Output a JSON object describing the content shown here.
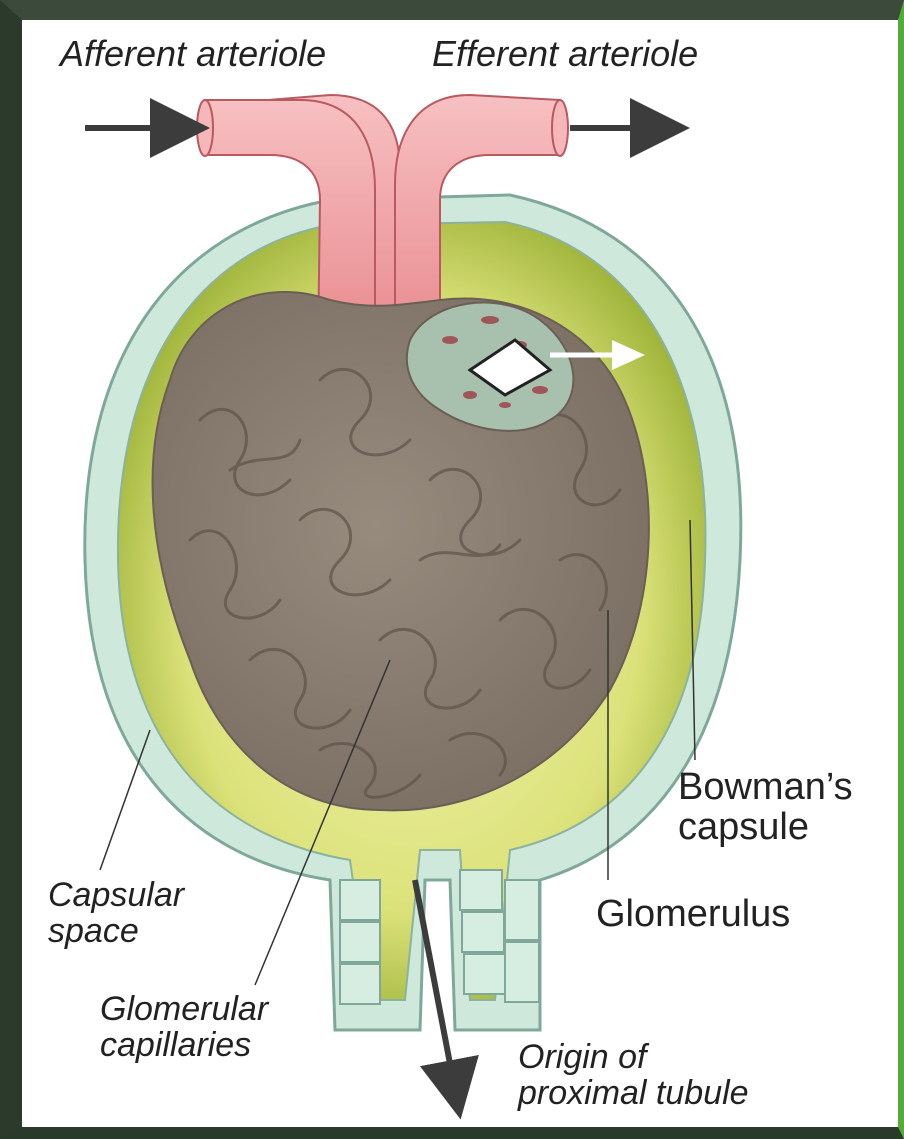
{
  "labels": {
    "afferent": "Afferent arteriole",
    "efferent": "Efferent arteriole",
    "bowmans_line1": "Bowman’s",
    "bowmans_line2": "capsule",
    "glomerulus": "Glomerulus",
    "capsular_line1": "Capsular",
    "capsular_line2": "space",
    "glomcap_line1": "Glomerular",
    "glomcap_line2": "capillaries",
    "origin_line1": "Origin of",
    "origin_line2": "proximal tubule"
  },
  "colors": {
    "frame_left": "#2c3a2c",
    "frame_right": "#55aa3c",
    "capsule_wall": "#cfe8dc",
    "capsule_outline": "#7fa89a",
    "capsular_space": "#d9e07a",
    "capsular_space_dark": "#9db33a",
    "glomerulus_tuft": "#8c7f72",
    "arteriole": "#f0a3a6",
    "arrow": "#3c3c3c"
  }
}
